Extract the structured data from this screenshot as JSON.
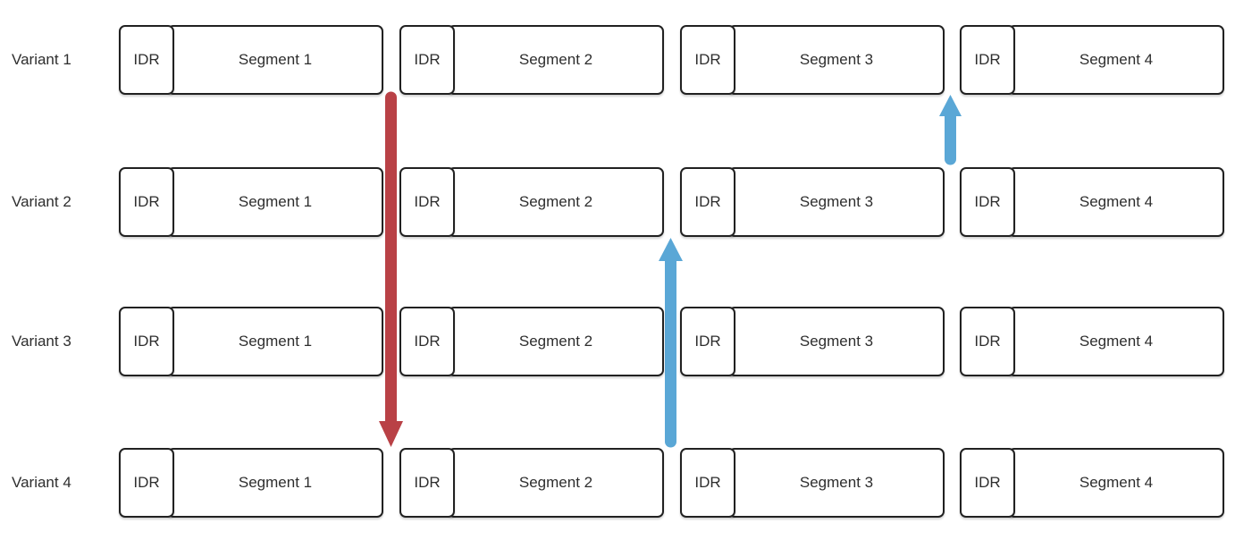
{
  "diagram": {
    "idr_label": "IDR",
    "variants": [
      {
        "label": "Variant 1",
        "segments": [
          "Segment 1",
          "Segment 2",
          "Segment 3",
          "Segment 4"
        ]
      },
      {
        "label": "Variant 2",
        "segments": [
          "Segment 1",
          "Segment 2",
          "Segment 3",
          "Segment 4"
        ]
      },
      {
        "label": "Variant 3",
        "segments": [
          "Segment 1",
          "Segment 2",
          "Segment 3",
          "Segment 4"
        ]
      },
      {
        "label": "Variant 4",
        "segments": [
          "Segment 1",
          "Segment 2",
          "Segment 3",
          "Segment 4"
        ]
      }
    ],
    "arrows": [
      {
        "name": "red-down-switch-arrow",
        "direction": "down",
        "color": "#b94146",
        "from_row": "Variant 1",
        "to_row": "Variant 4",
        "at_gap": "between Segment 1 and Segment 2"
      },
      {
        "name": "blue-up-switch-arrow-long",
        "direction": "up",
        "color": "#5aa7d6",
        "from_row": "Variant 4",
        "to_row": "Variant 2",
        "at_gap": "between Segment 2 and Segment 3"
      },
      {
        "name": "blue-up-switch-arrow-short",
        "direction": "up",
        "color": "#5aa7d6",
        "from_row": "Variant 2",
        "to_row": "Variant 1",
        "at_gap": "between Segment 3 and Segment 4"
      }
    ]
  },
  "colors": {
    "background": "#ffffff",
    "ink": "#212121",
    "text": "#2e2e2e",
    "arrow-red": "#b94146",
    "arrow-blue": "#5aa7d6"
  }
}
